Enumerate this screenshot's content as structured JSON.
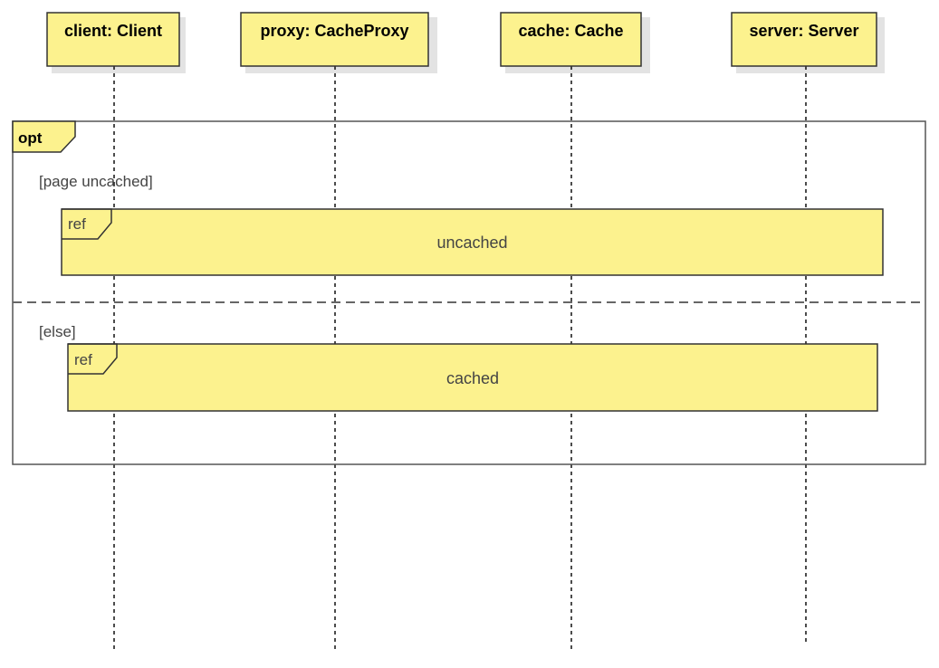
{
  "participants": [
    {
      "label": "client: Client"
    },
    {
      "label": "proxy: CacheProxy"
    },
    {
      "label": "cache: Cache"
    },
    {
      "label": "server: Server"
    }
  ],
  "opt_frame": {
    "operator": "opt",
    "operands": [
      {
        "guard": "[page uncached]",
        "ref": {
          "tag": "ref",
          "title": "uncached"
        }
      },
      {
        "guard": "[else]",
        "ref": {
          "tag": "ref",
          "title": "cached"
        }
      }
    ]
  },
  "colors": {
    "box_fill": "#fcf28e",
    "box_stroke": "#333333",
    "shadow": "#e3e3e3",
    "frame_stroke": "#555555",
    "guard_text": "#444444"
  }
}
